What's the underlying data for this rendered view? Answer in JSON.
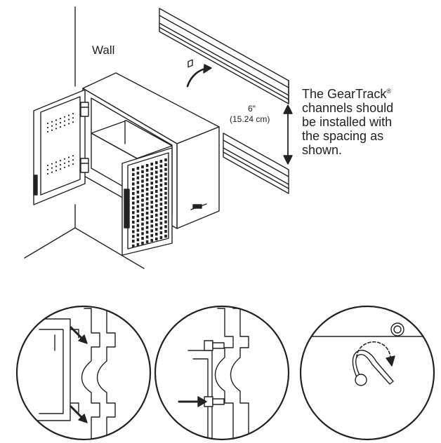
{
  "labels": {
    "wall": "Wall",
    "spacing_inches": "6\"",
    "spacing_cm": "(15.24 cm)"
  },
  "note": {
    "line1": "The GearTrack",
    "registered_mark": "®",
    "line2": "channels should",
    "line3": "be installed with",
    "line4": "the spacing as",
    "line5": "shown."
  },
  "colors": {
    "line": "#222222",
    "background": "#ffffff"
  }
}
